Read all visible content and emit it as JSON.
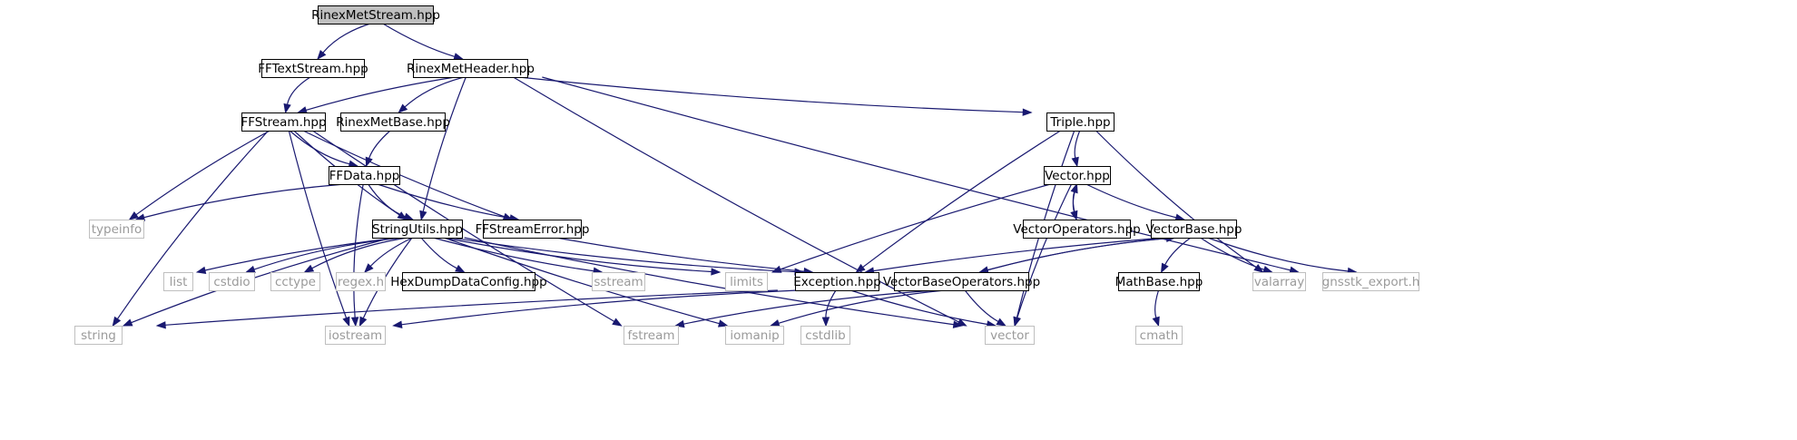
{
  "graph": {
    "colors": {
      "edge": "#191970",
      "root_fill": "#bfbfbf",
      "node_border": "#000000",
      "system_border": "#bfbfbf",
      "system_text": "#9a9a9a"
    },
    "nodes": [
      {
        "id": "RinexMetStream",
        "label": "RinexMetStream.hpp",
        "kind": "root"
      },
      {
        "id": "FFTextStream",
        "label": "FFTextStream.hpp",
        "kind": "doc"
      },
      {
        "id": "RinexMetHeader",
        "label": "RinexMetHeader.hpp",
        "kind": "doc"
      },
      {
        "id": "FFStream",
        "label": "FFStream.hpp",
        "kind": "doc"
      },
      {
        "id": "RinexMetBase",
        "label": "RinexMetBase.hpp",
        "kind": "doc"
      },
      {
        "id": "Triple",
        "label": "Triple.hpp",
        "kind": "doc"
      },
      {
        "id": "FFData",
        "label": "FFData.hpp",
        "kind": "doc"
      },
      {
        "id": "Vector",
        "label": "Vector.hpp",
        "kind": "doc"
      },
      {
        "id": "typeinfo",
        "label": "typeinfo",
        "kind": "sys"
      },
      {
        "id": "StringUtils",
        "label": "StringUtils.hpp",
        "kind": "doc"
      },
      {
        "id": "FFStreamError",
        "label": "FFStreamError.hpp",
        "kind": "doc"
      },
      {
        "id": "VectorOperators",
        "label": "VectorOperators.hpp",
        "kind": "doc"
      },
      {
        "id": "VectorBase",
        "label": "VectorBase.hpp",
        "kind": "doc"
      },
      {
        "id": "list",
        "label": "list",
        "kind": "sys"
      },
      {
        "id": "cstdio",
        "label": "cstdio",
        "kind": "sys"
      },
      {
        "id": "cctype",
        "label": "cctype",
        "kind": "sys"
      },
      {
        "id": "regex",
        "label": "regex.h",
        "kind": "sys"
      },
      {
        "id": "HexDump",
        "label": "HexDumpDataConfig.hpp",
        "kind": "doc"
      },
      {
        "id": "sstream",
        "label": "sstream",
        "kind": "sys"
      },
      {
        "id": "limits",
        "label": "limits",
        "kind": "sys"
      },
      {
        "id": "Exception",
        "label": "Exception.hpp",
        "kind": "doc"
      },
      {
        "id": "VectorBaseOperators",
        "label": "VectorBaseOperators.hpp",
        "kind": "doc"
      },
      {
        "id": "MathBase",
        "label": "MathBase.hpp",
        "kind": "doc"
      },
      {
        "id": "valarray",
        "label": "valarray",
        "kind": "sys"
      },
      {
        "id": "gnsstk_export",
        "label": "gnsstk_export.h",
        "kind": "sys"
      },
      {
        "id": "string",
        "label": "string",
        "kind": "sys"
      },
      {
        "id": "iostream",
        "label": "iostream",
        "kind": "sys"
      },
      {
        "id": "fstream",
        "label": "fstream",
        "kind": "sys"
      },
      {
        "id": "iomanip",
        "label": "iomanip",
        "kind": "sys"
      },
      {
        "id": "cstdlib",
        "label": "cstdlib",
        "kind": "sys"
      },
      {
        "id": "vector",
        "label": "vector",
        "kind": "sys"
      },
      {
        "id": "cmath",
        "label": "cmath",
        "kind": "sys"
      }
    ],
    "edges": [
      [
        "RinexMetStream",
        "FFTextStream"
      ],
      [
        "RinexMetStream",
        "RinexMetHeader"
      ],
      [
        "FFTextStream",
        "FFStream"
      ],
      [
        "RinexMetHeader",
        "FFStream"
      ],
      [
        "RinexMetHeader",
        "RinexMetBase"
      ],
      [
        "RinexMetHeader",
        "StringUtils"
      ],
      [
        "RinexMetHeader",
        "Triple"
      ],
      [
        "RinexMetHeader",
        "vector"
      ],
      [
        "RinexMetHeader",
        "gnsstk_export"
      ],
      [
        "FFStream",
        "FFData"
      ],
      [
        "FFStream",
        "typeinfo"
      ],
      [
        "FFStream",
        "StringUtils"
      ],
      [
        "FFStream",
        "FFStreamError"
      ],
      [
        "FFStream",
        "string"
      ],
      [
        "FFStream",
        "iostream"
      ],
      [
        "FFStream",
        "fstream"
      ],
      [
        "RinexMetBase",
        "FFData"
      ],
      [
        "FFData",
        "typeinfo"
      ],
      [
        "FFData",
        "StringUtils"
      ],
      [
        "FFData",
        "FFStreamError"
      ],
      [
        "FFData",
        "iostream"
      ],
      [
        "StringUtils",
        "list"
      ],
      [
        "StringUtils",
        "cstdio"
      ],
      [
        "StringUtils",
        "cctype"
      ],
      [
        "StringUtils",
        "regex"
      ],
      [
        "StringUtils",
        "HexDump"
      ],
      [
        "StringUtils",
        "sstream"
      ],
      [
        "StringUtils",
        "limits"
      ],
      [
        "StringUtils",
        "Exception"
      ],
      [
        "StringUtils",
        "string"
      ],
      [
        "StringUtils",
        "iostream"
      ],
      [
        "StringUtils",
        "iomanip"
      ],
      [
        "StringUtils",
        "vector"
      ],
      [
        "FFStreamError",
        "Exception"
      ],
      [
        "Triple",
        "Vector"
      ],
      [
        "Triple",
        "Exception"
      ],
      [
        "Triple",
        "valarray"
      ],
      [
        "Triple",
        "vector"
      ],
      [
        "Vector",
        "VectorOperators"
      ],
      [
        "Vector",
        "VectorBase"
      ],
      [
        "Vector",
        "limits"
      ],
      [
        "Vector",
        "vector"
      ],
      [
        "VectorOperators",
        "Vector"
      ],
      [
        "VectorBase",
        "VectorBaseOperators"
      ],
      [
        "VectorBase",
        "MathBase"
      ],
      [
        "VectorBase",
        "Exception"
      ],
      [
        "VectorBase",
        "valarray"
      ],
      [
        "VectorBase",
        "gnsstk_export"
      ],
      [
        "VectorBaseOperators",
        "VectorBase"
      ],
      [
        "VectorBaseOperators",
        "vector"
      ],
      [
        "VectorBaseOperators",
        "fstream"
      ],
      [
        "VectorBaseOperators",
        "iomanip"
      ],
      [
        "Exception",
        "string"
      ],
      [
        "Exception",
        "iostream"
      ],
      [
        "Exception",
        "cstdlib"
      ],
      [
        "Exception",
        "vector"
      ],
      [
        "MathBase",
        "cmath"
      ]
    ]
  }
}
